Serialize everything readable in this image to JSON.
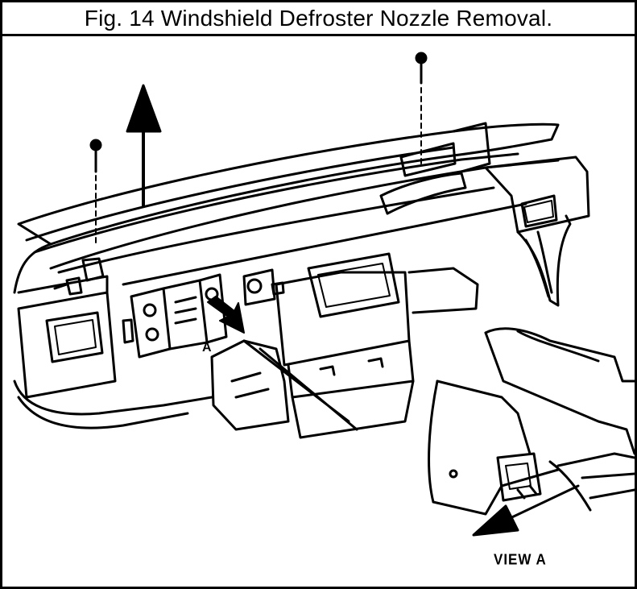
{
  "figure": {
    "caption": "Fig. 14 Windshield Defroster Nozzle Removal."
  },
  "labels": {
    "view": "VIEW A",
    "callout": "A"
  }
}
